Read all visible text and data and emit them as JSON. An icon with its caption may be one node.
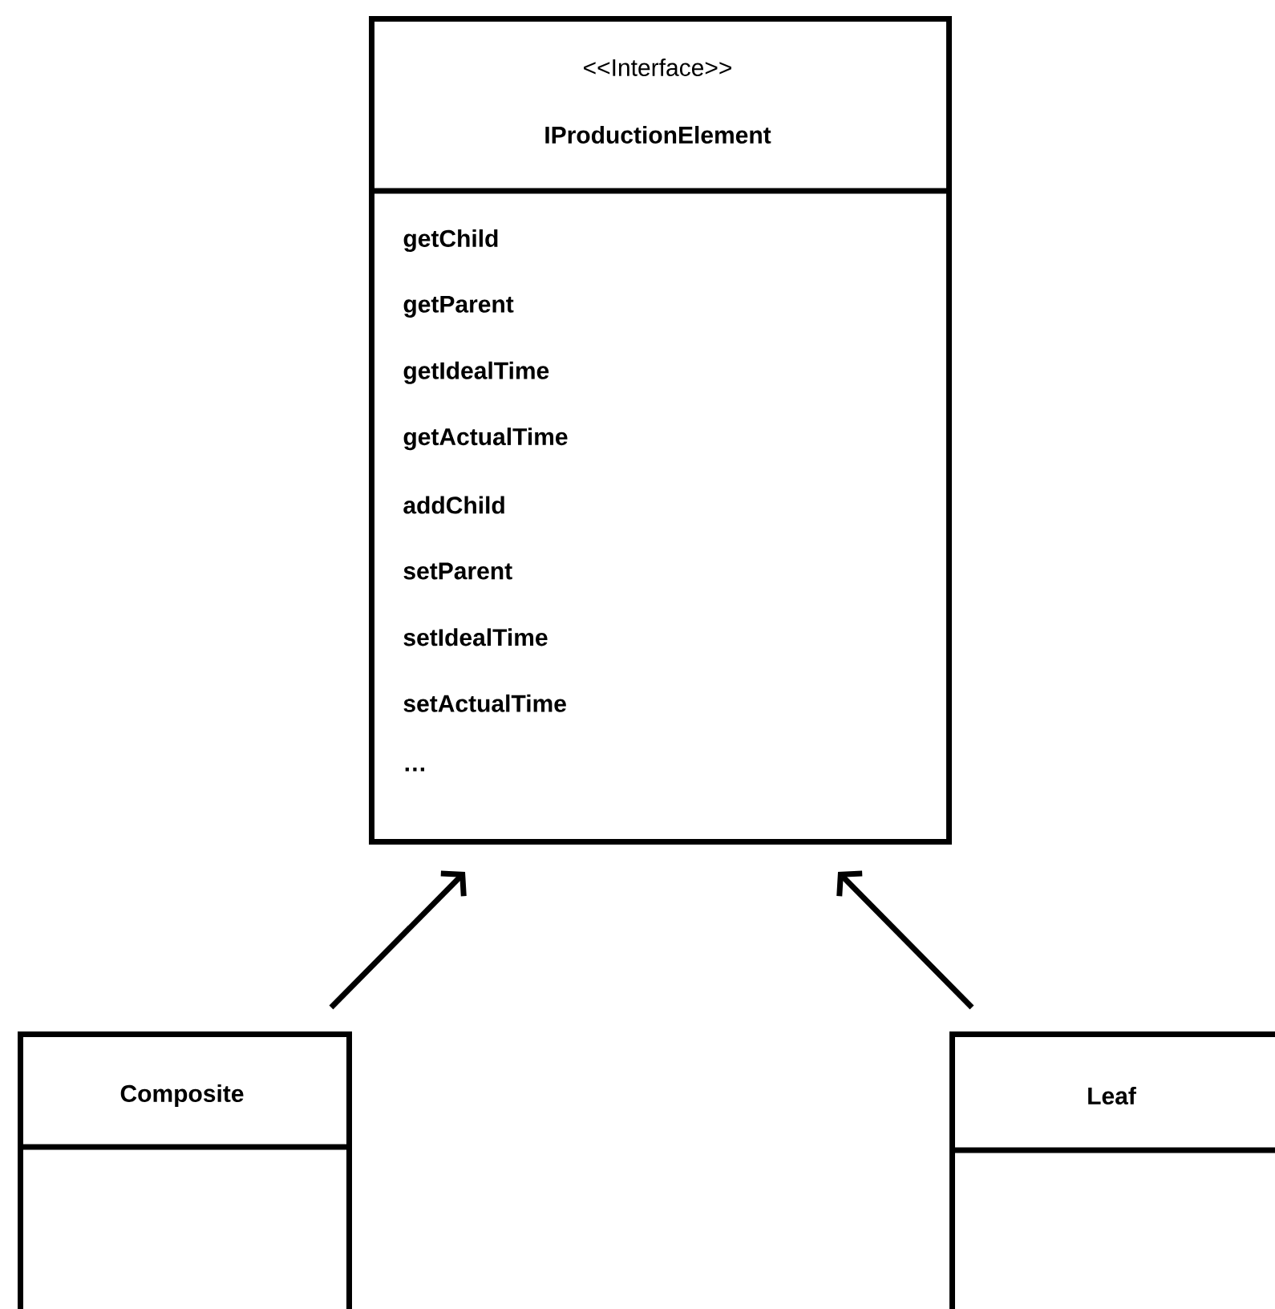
{
  "diagram": {
    "nodes": [
      {
        "text": [
          "<<Interface>>",
          "IProductionElement",
          "getChild",
          "getParent",
          "getIdealTime",
          "getActualTime",
          "addChild",
          "setParent",
          "setIdealTime",
          "setActualTime",
          "…"
        ]
      },
      {
        "text": [
          "Composite"
        ]
      },
      {
        "text": [
          "Leaf"
        ]
      }
    ],
    "edges": [
      {
        "from": 1,
        "to": 0,
        "arrow": "to"
      },
      {
        "from": 2,
        "to": 0,
        "arrow": "to"
      }
    ]
  }
}
